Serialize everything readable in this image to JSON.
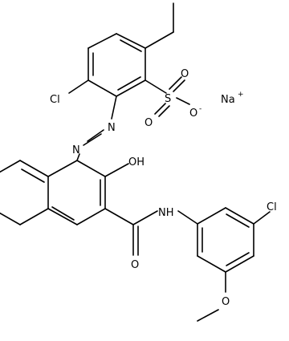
{
  "molecule": {
    "atoms": {
      "cl_top": "Cl",
      "s": "S",
      "o_up": "O",
      "o_down": "O",
      "o_minus": "O",
      "o_minus_charge": "-",
      "na": "Na",
      "na_charge": "+",
      "n1": "N",
      "n2": "N",
      "oh": "OH",
      "nh": "NH",
      "o_carbonyl": "O",
      "cl_right": "Cl",
      "o_methoxy": "O"
    }
  }
}
